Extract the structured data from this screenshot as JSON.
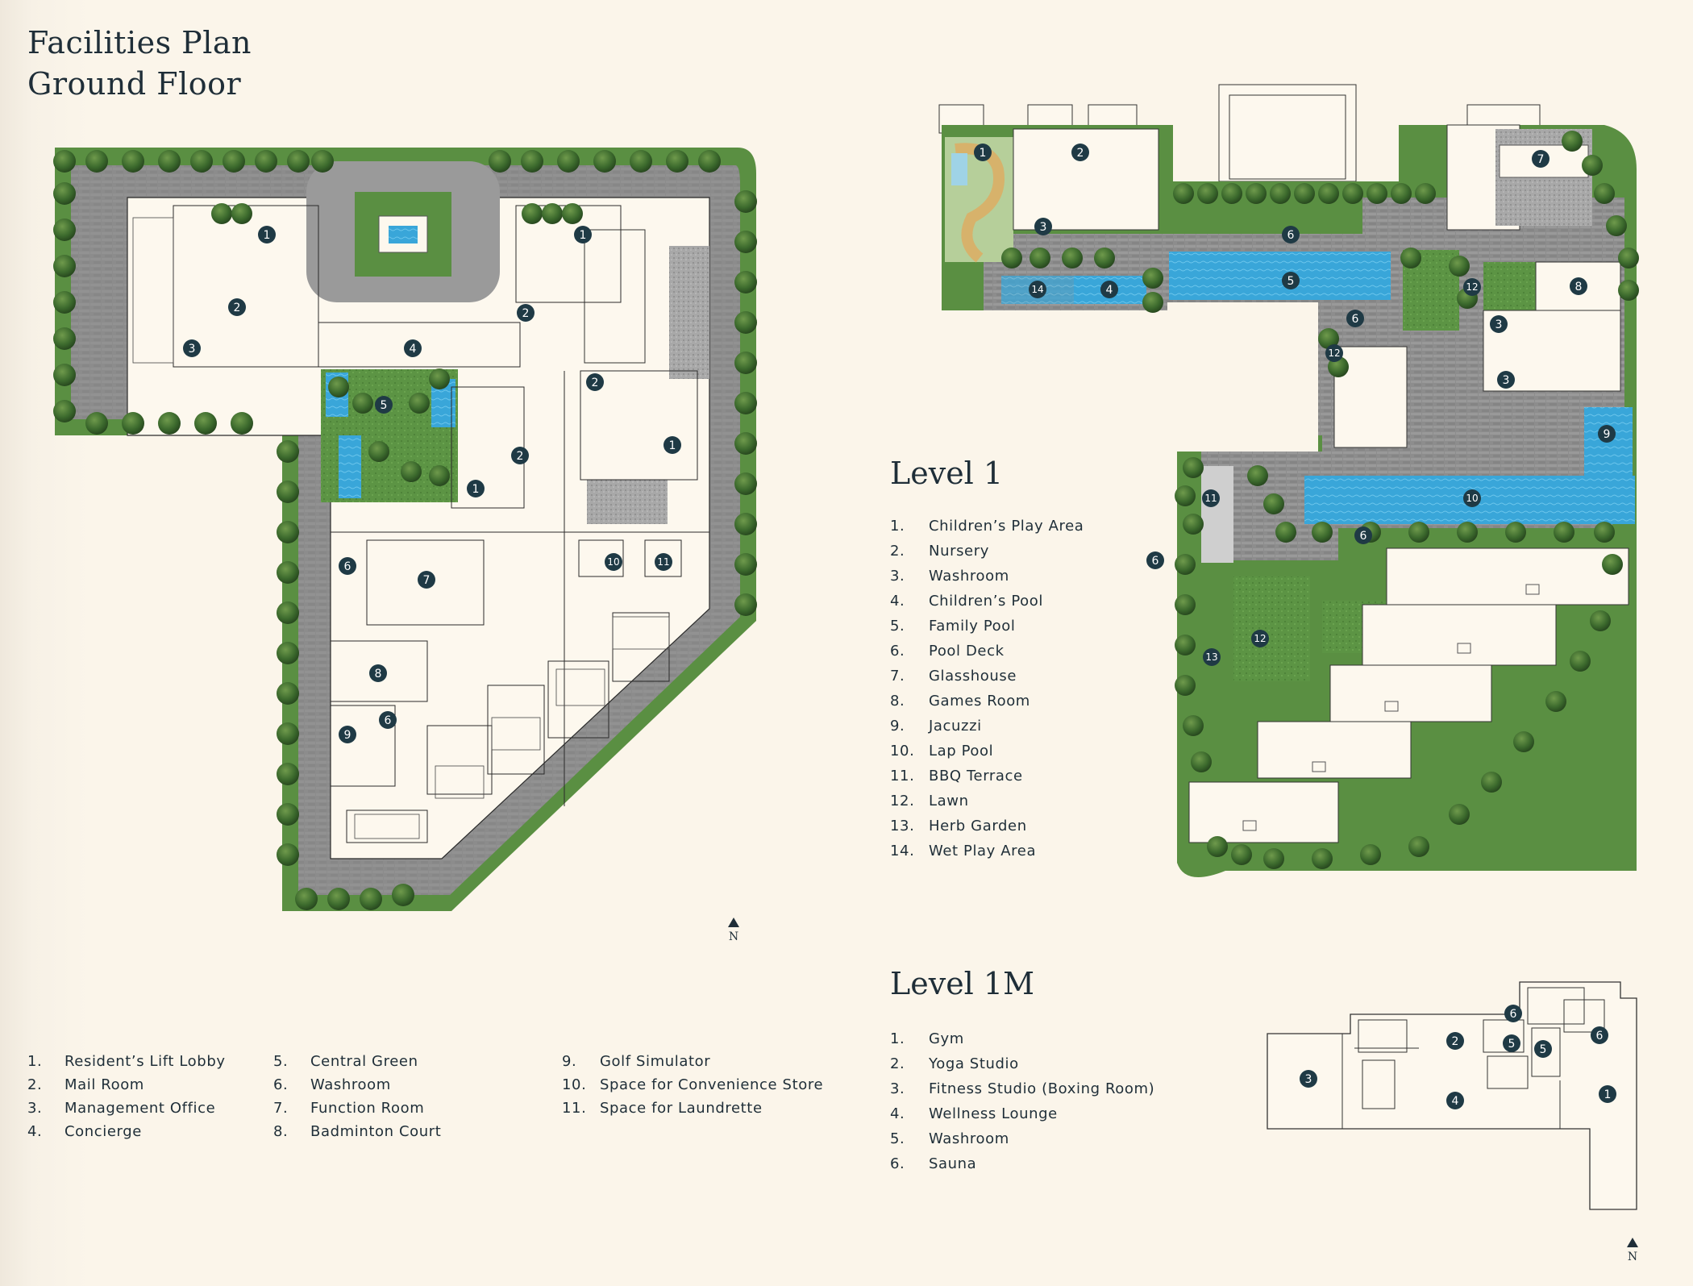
{
  "title": {
    "line1": "Facilities Plan",
    "line2": "Ground Floor"
  },
  "north_label": "N",
  "colors": {
    "background": "#fbf5ea",
    "text": "#1f2e38",
    "marker": "#1f3a45",
    "lawn": "#4f8a3a",
    "tree": "#3b6b2e",
    "pool": "#3aa7d8",
    "deck": "#8f8f8f",
    "gravel": "#a9a9a9",
    "floor": "#fdf8ee"
  },
  "ground_floor": {
    "legend": [
      {
        "num": "1.",
        "label": "Resident’s Lift Lobby"
      },
      {
        "num": "2.",
        "label": "Mail Room"
      },
      {
        "num": "3.",
        "label": "Management Office"
      },
      {
        "num": "4.",
        "label": "Concierge"
      },
      {
        "num": "5.",
        "label": "Central Green"
      },
      {
        "num": "6.",
        "label": "Washroom"
      },
      {
        "num": "7.",
        "label": "Function Room"
      },
      {
        "num": "8.",
        "label": "Badminton Court"
      },
      {
        "num": "9.",
        "label": "Golf Simulator"
      },
      {
        "num": "10.",
        "label": "Space for Convenience Store"
      },
      {
        "num": "11.",
        "label": "Space for Laundrette"
      }
    ],
    "markers": [
      "1",
      "1",
      "1",
      "1",
      "2",
      "2",
      "2",
      "2",
      "3",
      "4",
      "5",
      "6",
      "6",
      "7",
      "8",
      "9",
      "10",
      "11"
    ]
  },
  "level1": {
    "heading": "Level 1",
    "legend": [
      {
        "num": "1.",
        "label": "Children’s Play Area"
      },
      {
        "num": "2.",
        "label": "Nursery"
      },
      {
        "num": "3.",
        "label": "Washroom"
      },
      {
        "num": "4.",
        "label": "Children’s Pool"
      },
      {
        "num": "5.",
        "label": "Family Pool"
      },
      {
        "num": "6.",
        "label": "Pool Deck"
      },
      {
        "num": "7.",
        "label": "Glasshouse"
      },
      {
        "num": "8.",
        "label": "Games Room"
      },
      {
        "num": "9.",
        "label": "Jacuzzi"
      },
      {
        "num": "10.",
        "label": "Lap Pool"
      },
      {
        "num": "11.",
        "label": "BBQ Terrace"
      },
      {
        "num": "12.",
        "label": "Lawn"
      },
      {
        "num": "13.",
        "label": "Herb Garden"
      },
      {
        "num": "14.",
        "label": "Wet Play Area"
      }
    ],
    "markers": [
      "1",
      "2",
      "3",
      "3",
      "3",
      "4",
      "5",
      "6",
      "6",
      "6",
      "6",
      "7",
      "8",
      "9",
      "10",
      "11",
      "12",
      "12",
      "12",
      "13",
      "14"
    ]
  },
  "level1m": {
    "heading": "Level 1M",
    "legend": [
      {
        "num": "1.",
        "label": "Gym"
      },
      {
        "num": "2.",
        "label": "Yoga Studio"
      },
      {
        "num": "3.",
        "label": "Fitness Studio (Boxing Room)"
      },
      {
        "num": "4.",
        "label": "Wellness Lounge"
      },
      {
        "num": "5.",
        "label": "Washroom"
      },
      {
        "num": "6.",
        "label": "Sauna"
      }
    ],
    "markers": [
      "1",
      "2",
      "3",
      "4",
      "5",
      "5",
      "6",
      "6"
    ]
  }
}
